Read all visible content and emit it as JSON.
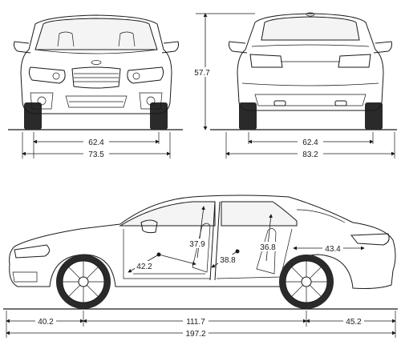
{
  "dimensions": {
    "front_track": "62.4",
    "front_overall_width": "73.5",
    "rear_track": "62.4",
    "rear_overall_width": "83.2",
    "overall_height": "57.7",
    "front_overhang": "40.2",
    "wheelbase": "111.7",
    "rear_overhang": "45.2",
    "overall_length": "197.2",
    "front_legroom": "42.2",
    "front_headroom": "37.9",
    "rear_legroom": "38.8",
    "rear_headroom": "36.8",
    "trunk_length": "43.4"
  }
}
